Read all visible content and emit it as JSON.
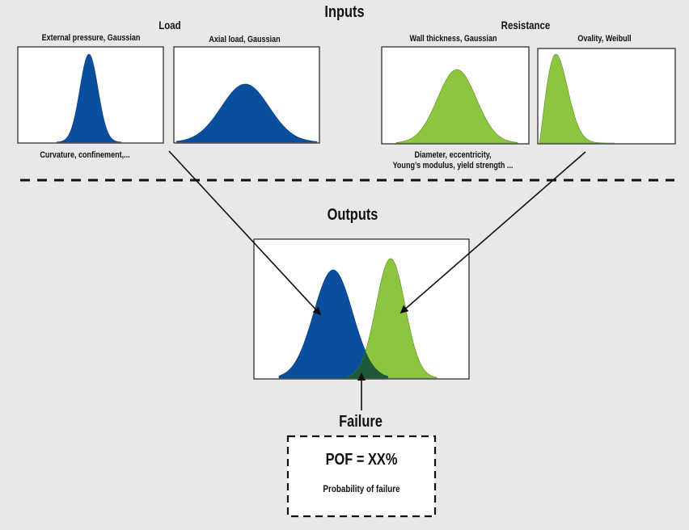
{
  "inputs": {
    "title": "Inputs",
    "load": {
      "title": "Load",
      "panels": [
        {
          "label": "External pressure, Gaussian",
          "distribution": "Gaussian"
        },
        {
          "label": "Axial load, Gaussian",
          "distribution": "Gaussian"
        }
      ],
      "note": "Curvature, confinement,..."
    },
    "resistance": {
      "title": "Resistance",
      "panels": [
        {
          "label": "Wall thickness, Gaussian",
          "distribution": "Gaussian"
        },
        {
          "label": "Ovality, Weibull",
          "distribution": "Weibull"
        }
      ],
      "note_line1": "Diameter, eccentricity,",
      "note_line2": "Young’s modulus, yield strength ..."
    }
  },
  "outputs": {
    "title": "Outputs"
  },
  "failure": {
    "title": "Failure",
    "pof": "POF = XX%",
    "description": "Probability of failure"
  },
  "colors": {
    "load": "#0a4f9e",
    "resistance": "#8cc63f",
    "overlap": "#1e5a3a",
    "background": "#e8e8e8"
  }
}
